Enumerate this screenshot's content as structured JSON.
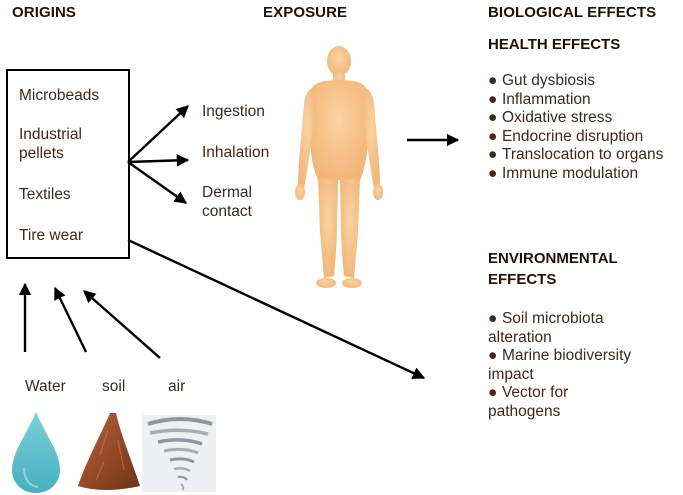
{
  "headers": {
    "origins": "ORIGINS",
    "exposure": "EXPOSURE",
    "biological": "BIOLOGICAL EFFECTS"
  },
  "origins": {
    "items": [
      "Microbeads",
      "Industrial pellets",
      "Textiles",
      "Tire wear"
    ]
  },
  "exposure": {
    "routes": [
      "Ingestion",
      "Inhalation",
      "Dermal contact"
    ]
  },
  "health": {
    "title": "HEALTH EFFECTS",
    "items": [
      "Gut dysbiosis",
      "Inflammation",
      "Oxidative stress",
      "Endocrine disruption",
      "Translocation to organs",
      "Immune modulation"
    ]
  },
  "environmental": {
    "title": "ENVIRONMENTAL EFFECTS",
    "items": [
      "Soil microbiota alteration",
      "Marine biodiversity impact",
      "Vector for pathogens"
    ]
  },
  "sources": {
    "water": "Water",
    "soil": "soil",
    "air": "air"
  },
  "icons": {
    "human": "human-body-icon",
    "water": "water-drop-icon",
    "soil": "soil-pile-icon",
    "air": "tornado-icon"
  },
  "colors": {
    "body": "#f7c48c",
    "water": "#5cbfc9",
    "soil": "#9a4d2a",
    "text": "#3b2a1e"
  }
}
